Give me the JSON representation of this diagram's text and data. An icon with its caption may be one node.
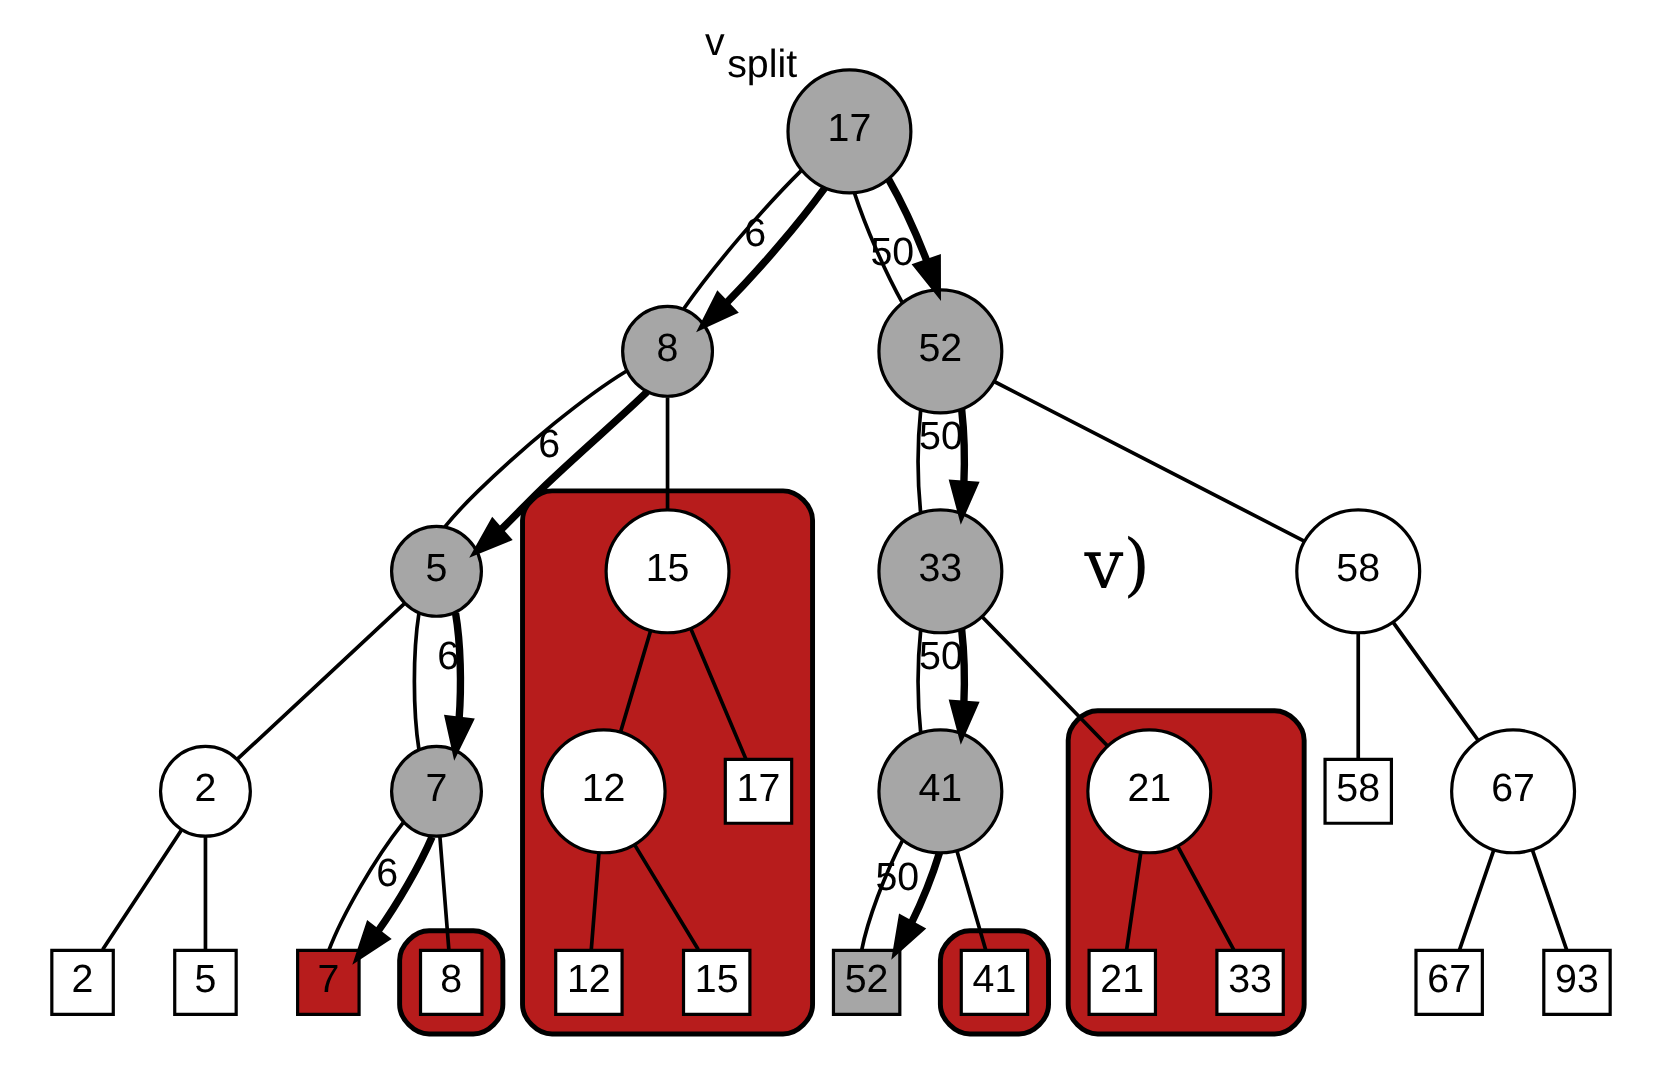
{
  "diagram": {
    "nodes": [
      {
        "text": [
          "17"
        ],
        "beside": [
          "v$_{split}$"
        ]
      },
      {
        "text": [
          "8"
        ]
      },
      {
        "text": [
          "52"
        ]
      },
      {
        "text": [
          "5"
        ]
      },
      {
        "text": [],
        "shape": "blob"
      },
      {
        "text": [
          "15"
        ],
        "in": 4
      },
      {
        "text": [
          "33"
        ]
      },
      {
        "text": [
          "58"
        ]
      },
      {
        "text": [
          "2"
        ]
      },
      {
        "text": [
          "7"
        ]
      },
      {
        "text": [
          "12"
        ],
        "in": 4
      },
      {
        "text": [
          "17"
        ],
        "in": 4
      },
      {
        "text": [],
        "shape": "blob"
      },
      {
        "text": [
          "21"
        ],
        "in": 12
      },
      {
        "text": [
          "41"
        ]
      },
      {
        "text": [
          "58"
        ]
      },
      {
        "text": [
          "67"
        ]
      },
      {
        "text": [
          "2"
        ]
      },
      {
        "text": [
          "5"
        ]
      },
      {
        "text": [
          "7"
        ]
      },
      {
        "text": [],
        "shape": "blob"
      },
      {
        "text": [
          "8"
        ],
        "in": 20
      },
      {
        "text": [
          "12"
        ],
        "in": 4
      },
      {
        "text": [
          "15"
        ],
        "in": 4
      },
      {
        "text": [
          "21"
        ],
        "in": 12
      },
      {
        "text": [
          "33"
        ],
        "in": 12
      },
      {
        "text": [],
        "shape": "blob"
      },
      {
        "text": [
          "41"
        ],
        "in": 26
      },
      {
        "text": [
          "52"
        ]
      },
      {
        "text": [
          "67"
        ]
      },
      {
        "text": [
          "93"
        ]
      }
    ],
    "edges": [
      {
        "from": 0,
        "to": 1,
        "arrow": "none"
      },
      {
        "from": 0,
        "to": 2,
        "arrow": "none"
      },
      {
        "from": 1,
        "to": 3,
        "arrow": "none"
      },
      {
        "from": 1,
        "to": 5,
        "arrow": "none"
      },
      {
        "from": 2,
        "to": 6,
        "arrow": "none"
      },
      {
        "from": 2,
        "to": 7,
        "arrow": "none"
      },
      {
        "from": 3,
        "to": 8,
        "arrow": "none"
      },
      {
        "from": 3,
        "to": 9,
        "arrow": "none"
      },
      {
        "from": 5,
        "to": 10,
        "arrow": "none"
      },
      {
        "from": 5,
        "to": 11,
        "arrow": "none"
      },
      {
        "from": 6,
        "to": 13,
        "arrow": "none"
      },
      {
        "from": 6,
        "to": 14,
        "arrow": "none"
      },
      {
        "from": 7,
        "to": 15,
        "arrow": "none"
      },
      {
        "from": 7,
        "to": 16,
        "arrow": "none"
      },
      {
        "from": 8,
        "to": 17,
        "arrow": "none"
      },
      {
        "from": 8,
        "to": 18,
        "arrow": "none"
      },
      {
        "from": 9,
        "to": 19,
        "arrow": "none"
      },
      {
        "from": 9,
        "to": 21,
        "arrow": "none"
      },
      {
        "from": 10,
        "to": 22,
        "arrow": "none"
      },
      {
        "from": 10,
        "to": 23,
        "arrow": "none"
      },
      {
        "from": 13,
        "to": 24,
        "arrow": "none"
      },
      {
        "from": 13,
        "to": 25,
        "arrow": "none"
      },
      {
        "from": 14,
        "to": 27,
        "arrow": "none"
      },
      {
        "from": 14,
        "to": 28,
        "arrow": "none"
      },
      {
        "from": 16,
        "to": 29,
        "arrow": "none"
      },
      {
        "from": 16,
        "to": 30,
        "arrow": "none"
      },
      {
        "from": 0,
        "to": 1,
        "arrow": "to",
        "label": "6",
        "style": "thick"
      },
      {
        "from": 0,
        "to": 2,
        "arrow": "to",
        "label": "50",
        "style": "thick"
      },
      {
        "from": 1,
        "to": 3,
        "arrow": "to",
        "label": "6",
        "style": "thick"
      },
      {
        "from": 3,
        "to": 9,
        "arrow": "to",
        "label": "6",
        "style": "thick"
      },
      {
        "from": 9,
        "to": 19,
        "arrow": "to",
        "label": "6",
        "style": "thick"
      },
      {
        "from": 2,
        "to": 6,
        "arrow": "to",
        "label": "50",
        "style": "thick"
      },
      {
        "from": 6,
        "to": 14,
        "arrow": "to",
        "label": "50",
        "style": "thick"
      },
      {
        "from": 14,
        "to": 28,
        "arrow": "to",
        "label": "50",
        "style": "thick"
      }
    ],
    "labels": [
      "v)"
    ]
  }
}
